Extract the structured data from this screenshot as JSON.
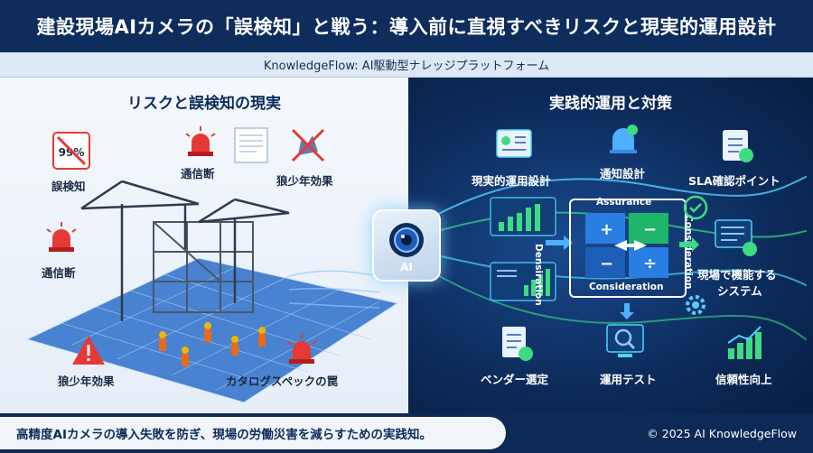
{
  "header": {
    "title": "建設現場AIカメラの「誤検知」と戦う：導入前に直視すべきリスクと現実的運用設計"
  },
  "subheader": {
    "brand": "KnowledgeFlow: AI駆動型ナレッジプラットフォーム"
  },
  "left": {
    "heading": "リスクと誤検知の現実",
    "labels": {
      "false_detection": "誤検知",
      "comm_loss_top": "通信断",
      "boy_wolf_top": "狼少年効果",
      "comm_loss_left": "通信断",
      "boy_wolf_bottom": "狼少年効果",
      "catalog_trap": "カタログスペックの罠"
    },
    "badge_percent": "99%"
  },
  "center": {
    "ai_label": "AI"
  },
  "right": {
    "heading": "実践的運用と対策",
    "labels": {
      "realistic_design": "現実的運用設計",
      "notification_design": "通知設計",
      "sla_points": "SLA確認ポイント",
      "working_system_1": "現場で機能する",
      "working_system_2": "システム",
      "vendor_selection": "ベンダー選定",
      "operation_test": "運用テスト",
      "reliability": "信頼性向上"
    },
    "matrix": {
      "top": "Assurance",
      "left": "Densiration",
      "right": "Consideration",
      "bottom": "Consideration"
    }
  },
  "footer": {
    "tagline": "高精度AIカメラの導入失敗を防ぎ、現場の労働災害を減らすための実践知。",
    "copyright": "© 2025 AI KnowledgeFlow"
  },
  "colors": {
    "navy": "#0e2c5c",
    "alert_red": "#e53935",
    "accent_cyan": "#4fd3ff",
    "accent_green": "#3ddc84"
  }
}
